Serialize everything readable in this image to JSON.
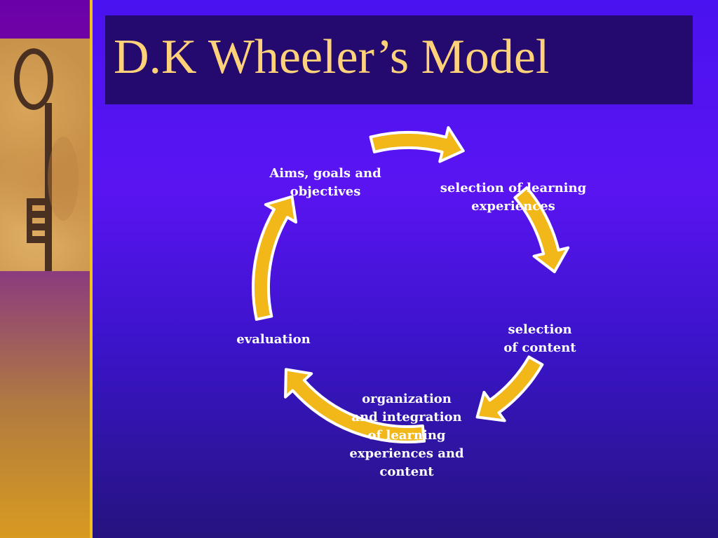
{
  "title": "D.K Wheeler’s Model",
  "nodes": [
    {
      "id": "aims",
      "label": "Aims, goals and\nobjectives"
    },
    {
      "id": "experiences",
      "label": "selection of learning\nexperiences"
    },
    {
      "id": "content",
      "label": "selection\nof content"
    },
    {
      "id": "organization",
      "label": "organization\nand integration\nof learning\nexperiences and\ncontent"
    },
    {
      "id": "evaluation",
      "label": "evaluation"
    }
  ],
  "colors": {
    "arrow_fill": "#f2b718",
    "arrow_outline": "#ffffff",
    "title_text": "#ffd27a",
    "title_box": "#240a6e",
    "label_text": "#ffffff"
  },
  "icons": {
    "photo": "key-icon",
    "cycle": "curved-arrow-icon"
  }
}
